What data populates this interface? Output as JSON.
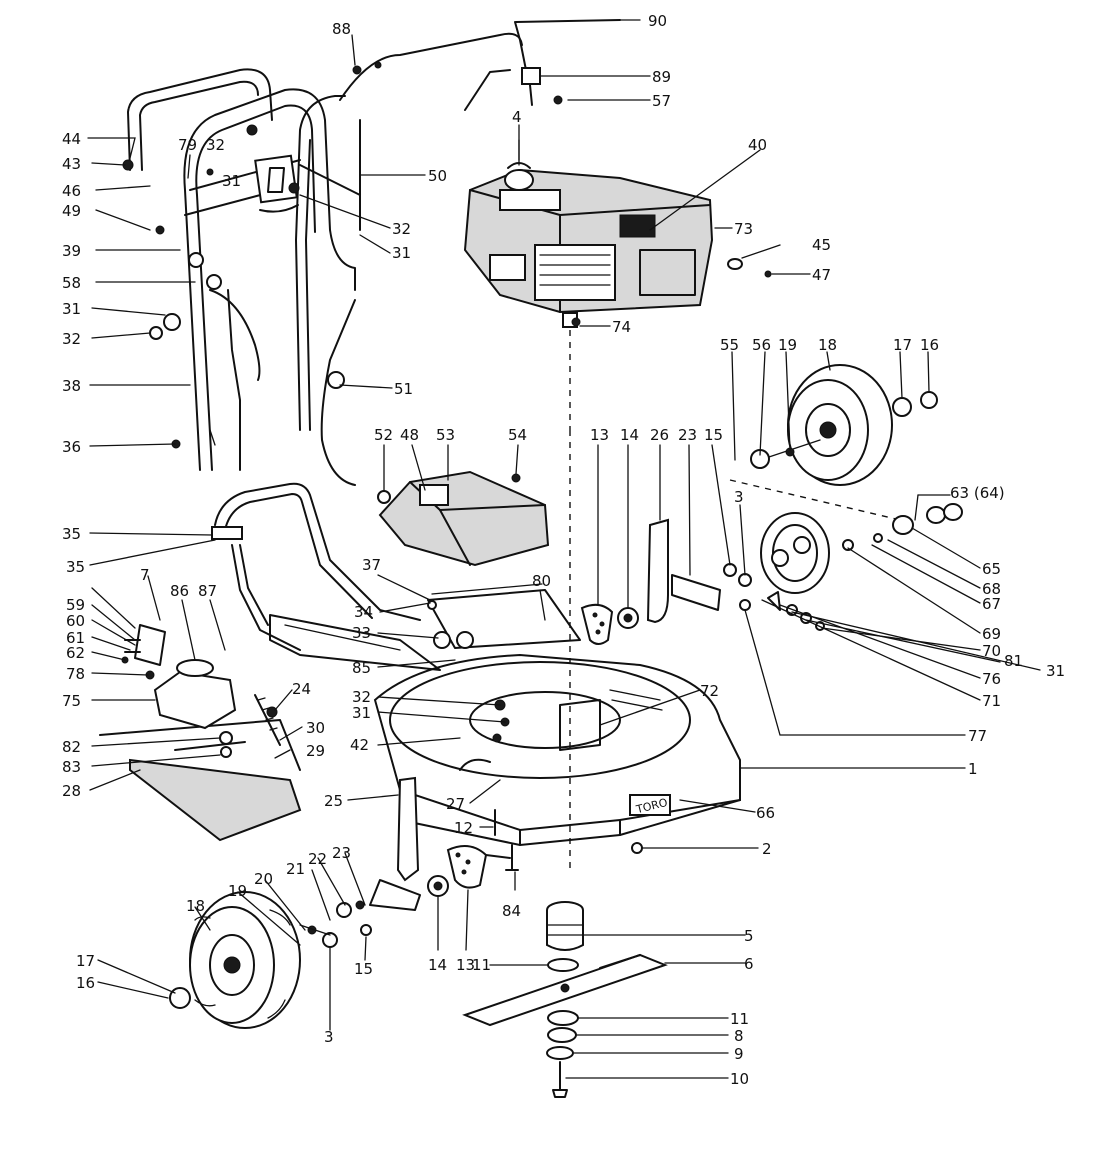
{
  "diagram": {
    "brand_plate": "TORO",
    "engine_label": "",
    "callouts": [
      {
        "id": "c90",
        "text": "90"
      },
      {
        "id": "c88",
        "text": "88"
      },
      {
        "id": "c89",
        "text": "89"
      },
      {
        "id": "c57",
        "text": "57"
      },
      {
        "id": "c4",
        "text": "4"
      },
      {
        "id": "c40",
        "text": "40"
      },
      {
        "id": "c73",
        "text": "73"
      },
      {
        "id": "c45",
        "text": "45"
      },
      {
        "id": "c47",
        "text": "47"
      },
      {
        "id": "c74",
        "text": "74"
      },
      {
        "id": "c44",
        "text": "44"
      },
      {
        "id": "c43",
        "text": "43"
      },
      {
        "id": "c79",
        "text": "79"
      },
      {
        "id": "c32a",
        "text": "32"
      },
      {
        "id": "c31a",
        "text": "31"
      },
      {
        "id": "c46",
        "text": "46"
      },
      {
        "id": "c49",
        "text": "49"
      },
      {
        "id": "c39",
        "text": "39"
      },
      {
        "id": "c58",
        "text": "58"
      },
      {
        "id": "c31b",
        "text": "31"
      },
      {
        "id": "c32b",
        "text": "32"
      },
      {
        "id": "c38",
        "text": "38"
      },
      {
        "id": "c36",
        "text": "36"
      },
      {
        "id": "c50",
        "text": "50"
      },
      {
        "id": "c32c",
        "text": "32"
      },
      {
        "id": "c31c",
        "text": "31"
      },
      {
        "id": "c51",
        "text": "51"
      },
      {
        "id": "c55",
        "text": "55"
      },
      {
        "id": "c56",
        "text": "56"
      },
      {
        "id": "c19a",
        "text": "19"
      },
      {
        "id": "c18a",
        "text": "18"
      },
      {
        "id": "c17a",
        "text": "17"
      },
      {
        "id": "c16a",
        "text": "16"
      },
      {
        "id": "c52",
        "text": "52"
      },
      {
        "id": "c48",
        "text": "48"
      },
      {
        "id": "c53",
        "text": "53"
      },
      {
        "id": "c54",
        "text": "54"
      },
      {
        "id": "c13a",
        "text": "13"
      },
      {
        "id": "c14a",
        "text": "14"
      },
      {
        "id": "c26",
        "text": "26"
      },
      {
        "id": "c23a",
        "text": "23"
      },
      {
        "id": "c15a",
        "text": "15"
      },
      {
        "id": "c63",
        "text": "63 (64)"
      },
      {
        "id": "c3a",
        "text": "3"
      },
      {
        "id": "c35a",
        "text": "35"
      },
      {
        "id": "c37",
        "text": "37"
      },
      {
        "id": "c80",
        "text": "80"
      },
      {
        "id": "c65",
        "text": "65"
      },
      {
        "id": "c68",
        "text": "68"
      },
      {
        "id": "c67",
        "text": "67"
      },
      {
        "id": "c35b",
        "text": "35"
      },
      {
        "id": "c7",
        "text": "7"
      },
      {
        "id": "c86",
        "text": "86"
      },
      {
        "id": "c87",
        "text": "87"
      },
      {
        "id": "c59",
        "text": "59"
      },
      {
        "id": "c60",
        "text": "60"
      },
      {
        "id": "c61",
        "text": "61"
      },
      {
        "id": "c62",
        "text": "62"
      },
      {
        "id": "c78",
        "text": "78"
      },
      {
        "id": "c34",
        "text": "34"
      },
      {
        "id": "c33",
        "text": "33"
      },
      {
        "id": "c69",
        "text": "69"
      },
      {
        "id": "c70",
        "text": "70"
      },
      {
        "id": "c81",
        "text": "81"
      },
      {
        "id": "c31d",
        "text": "31"
      },
      {
        "id": "c76",
        "text": "76"
      },
      {
        "id": "c71",
        "text": "71"
      },
      {
        "id": "c77",
        "text": "77"
      },
      {
        "id": "c75",
        "text": "75"
      },
      {
        "id": "c24",
        "text": "24"
      },
      {
        "id": "c85",
        "text": "85"
      },
      {
        "id": "c32d",
        "text": "32"
      },
      {
        "id": "c31e",
        "text": "31"
      },
      {
        "id": "c72",
        "text": "72"
      },
      {
        "id": "c30",
        "text": "30"
      },
      {
        "id": "c82",
        "text": "82"
      },
      {
        "id": "c42",
        "text": "42"
      },
      {
        "id": "c29",
        "text": "29"
      },
      {
        "id": "c1",
        "text": "1"
      },
      {
        "id": "c83",
        "text": "83"
      },
      {
        "id": "c28",
        "text": "28"
      },
      {
        "id": "c25",
        "text": "25"
      },
      {
        "id": "c27",
        "text": "27"
      },
      {
        "id": "c66",
        "text": "66"
      },
      {
        "id": "c12",
        "text": "12"
      },
      {
        "id": "c2",
        "text": "2"
      },
      {
        "id": "c21",
        "text": "21"
      },
      {
        "id": "c22",
        "text": "22"
      },
      {
        "id": "c23b",
        "text": "23"
      },
      {
        "id": "c20",
        "text": "20"
      },
      {
        "id": "c19b",
        "text": "19"
      },
      {
        "id": "c18b",
        "text": "18"
      },
      {
        "id": "c84",
        "text": "84"
      },
      {
        "id": "c5",
        "text": "5"
      },
      {
        "id": "c6",
        "text": "6"
      },
      {
        "id": "c14b",
        "text": "14"
      },
      {
        "id": "c13b",
        "text": "13"
      },
      {
        "id": "c11a",
        "text": "11"
      },
      {
        "id": "c17b",
        "text": "17"
      },
      {
        "id": "c16b",
        "text": "16"
      },
      {
        "id": "c15b",
        "text": "15"
      },
      {
        "id": "c3b",
        "text": "3"
      },
      {
        "id": "c11b",
        "text": "11"
      },
      {
        "id": "c8",
        "text": "8"
      },
      {
        "id": "c9",
        "text": "9"
      },
      {
        "id": "c10",
        "text": "10"
      }
    ]
  }
}
